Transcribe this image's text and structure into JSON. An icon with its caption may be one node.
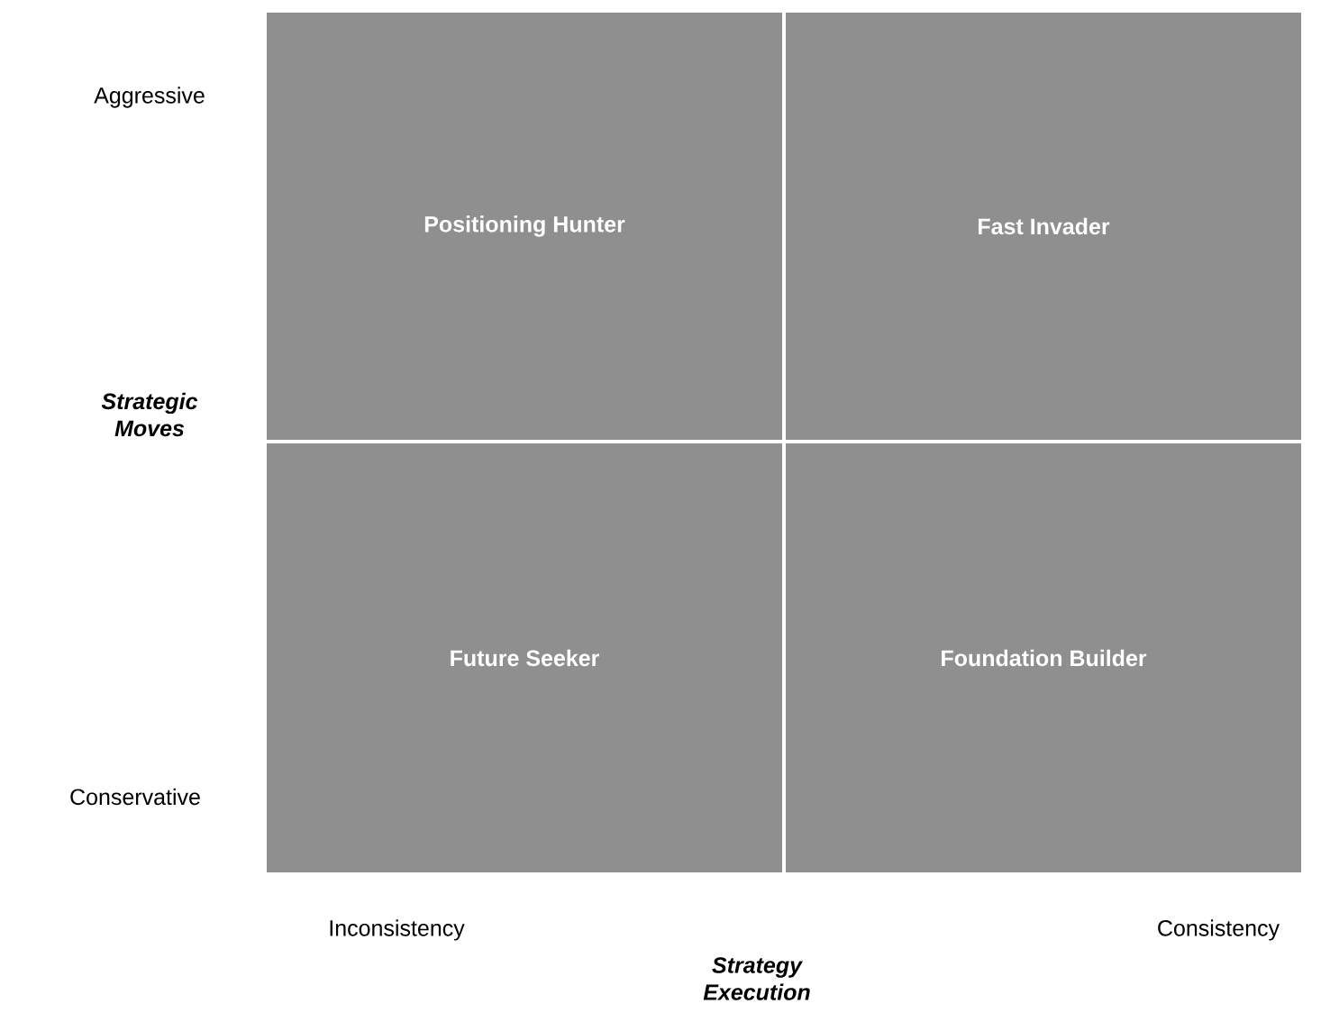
{
  "diagram": {
    "nodes": [
      {
        "text": [
          "Positioning Hunter"
        ]
      },
      {
        "text": [
          "Fast Invader"
        ]
      },
      {
        "text": [
          "Future Seeker"
        ]
      },
      {
        "text": [
          "Foundation Builder"
        ]
      }
    ],
    "labels": [
      "Aggressive",
      "Strategic Moves",
      "Conservative",
      "Inconsistency",
      "Strategy Execution",
      "Consistency"
    ]
  }
}
